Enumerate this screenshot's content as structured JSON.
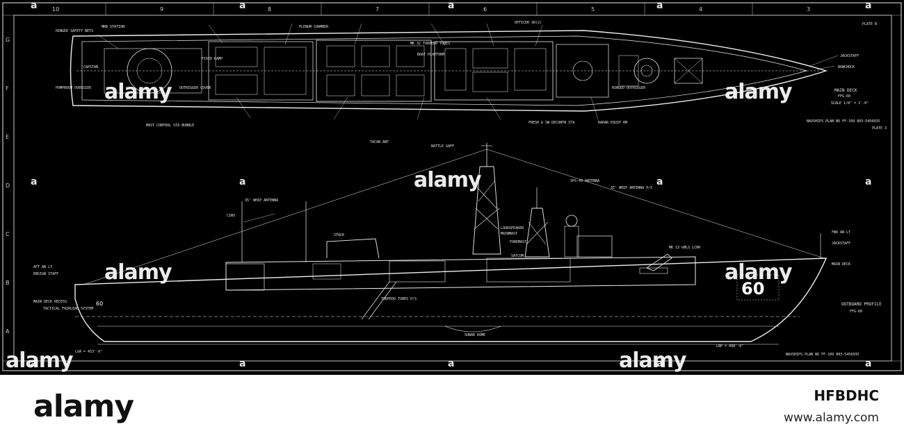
{
  "plan_view": {
    "title": "MAIN DECK",
    "ship_class": "FFG-60",
    "scale": "SCALE 1/8\" = 1'-0\"",
    "plate": "PLATE B",
    "navships_ref": "NAVSHIPS PLAN NO FF-109  803-5456935",
    "labels": {
      "hinged_safety_nets": "HINGED SAFETY NETS",
      "mrb_station": "MRB STATION",
      "capstan": "CAPSTAN",
      "pumproom_overside": "PUMPROOM OVERSIDE",
      "fixed_ramp": "FIXED RAMP",
      "outrigger_cover": "OUTRIGGER COVER",
      "mast_control": "MAST CONTROL STA BUBBLE",
      "plenum_chamber": "PLENUM CHAMBER",
      "hinged_outrigger": "HINGED OUTRIGGER",
      "bowchock": "BOWCHOCK",
      "jackstaff": "JACKSTAFF",
      "officer_sr": "OFFICER SR(2)",
      "mk32_torpedo": "MK 32 TORPEDO TUBES",
      "boat_platform": "BOAT PLATFORM",
      "radar_rm": "RADAR EQUIP RM",
      "fresh_water": "FRESH & SW DECONTN STA"
    }
  },
  "profile_view": {
    "title": "OUTBOARD PROFILE",
    "ship_class": "FFG-60",
    "plate": "PLATE 3",
    "hull_number": "60",
    "navships_ref": "NAVSHIPS PLAN NO FF-109  803-5456935",
    "lbp": "LBP = 408'-0\"",
    "loa": "LOA = 453'-0\"",
    "labels": {
      "tacan_ant": "TACAN ANT",
      "battle_gaff": "BATTLE GAFF",
      "whip_antenna_ps": "35' WHIP ANTENNA P/S",
      "whip_antenna": "35' WHIP ANTENNA",
      "mainmast": "MAINMAST",
      "foremast": "FOREMAST",
      "stack": "STACK",
      "torpedo_tubes": "TORPEDO TUBES P/S",
      "aft_anchor_lt": "AFT AN LT",
      "ensign_staff": "ENSIGN STAFF",
      "main_deck_recess": "MAIN DECK RECESS",
      "tactical_fairlead": "TACTICAL FAIRLEAD SYSTEM",
      "sonar_dome": "SONAR DOME",
      "mk13_gmls": "MK 13 GMLS LCHR",
      "fwd_an_lt": "FWD AN LT",
      "jackstaff": "JACKSTAFF",
      "main_deck": "MAIN DECK",
      "spg_antenna": "SPS-49 ANTENNA",
      "cwis": "CIWS",
      "loudspeaker": "LOUDSPEAKER",
      "satcom": "SATCOM"
    }
  },
  "grid_letters": [
    "G",
    "F",
    "E",
    "D",
    "C",
    "B",
    "A"
  ],
  "grid_numbers": [
    "10",
    "9",
    "8",
    "7",
    "6",
    "5",
    "4",
    "3"
  ],
  "watermark": {
    "brand": "alamy",
    "stamp": "a"
  },
  "footer": {
    "logo": "alamy",
    "image_id": "HFBDHC",
    "url": "www.alamy.com"
  }
}
